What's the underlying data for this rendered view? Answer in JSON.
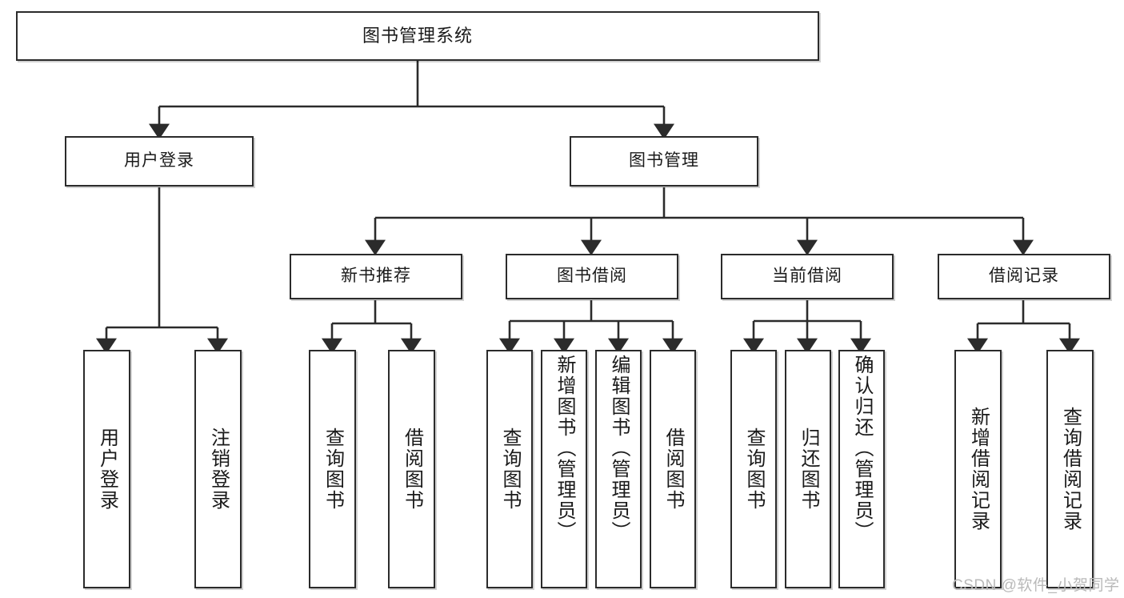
{
  "diagram": {
    "type": "hierarchy-tree",
    "title": "图书管理系统",
    "levels": 4,
    "root": {
      "id": "root",
      "label": "图书管理系统"
    },
    "level2": [
      {
        "id": "user-login",
        "label": "用户登录"
      },
      {
        "id": "book-manage",
        "label": "图书管理"
      }
    ],
    "level3": [
      {
        "id": "new-book-rec",
        "label": "新书推荐",
        "parent": "book-manage"
      },
      {
        "id": "book-borrow",
        "label": "图书借阅",
        "parent": "book-manage"
      },
      {
        "id": "current-borrow",
        "label": "当前借阅",
        "parent": "book-manage"
      },
      {
        "id": "borrow-record",
        "label": "借阅记录",
        "parent": "book-manage"
      }
    ],
    "leaves": {
      "user_login": [
        {
          "id": "leaf-user-login",
          "label": "用户登录"
        },
        {
          "id": "leaf-logout",
          "label": "注销登录"
        }
      ],
      "new_book_rec": [
        {
          "id": "leaf-query-book-1",
          "label": "查询图书"
        },
        {
          "id": "leaf-borrow-book-1",
          "label": "借阅图书"
        }
      ],
      "book_borrow": [
        {
          "id": "leaf-query-book-2",
          "label": "查询图书"
        },
        {
          "id": "leaf-add-book",
          "label": "新增图书（管理员）"
        },
        {
          "id": "leaf-edit-book",
          "label": "编辑图书（管理员）"
        },
        {
          "id": "leaf-borrow-book-2",
          "label": "借阅图书"
        }
      ],
      "current_borrow": [
        {
          "id": "leaf-query-book-3",
          "label": "查询图书"
        },
        {
          "id": "leaf-return-book",
          "label": "归还图书"
        },
        {
          "id": "leaf-confirm-return",
          "label": "确认归还（管理员）"
        }
      ],
      "borrow_record": [
        {
          "id": "leaf-add-record",
          "label": "新增借阅记录"
        },
        {
          "id": "leaf-query-record",
          "label": "查询借阅记录"
        }
      ]
    }
  },
  "watermark": {
    "text": "CSDN @软件_小贺同学"
  },
  "colors": {
    "stroke": "#2b2b2b",
    "fill": "#ffffff",
    "text": "#1a1a1a",
    "watermark": "#b9b9b9"
  }
}
